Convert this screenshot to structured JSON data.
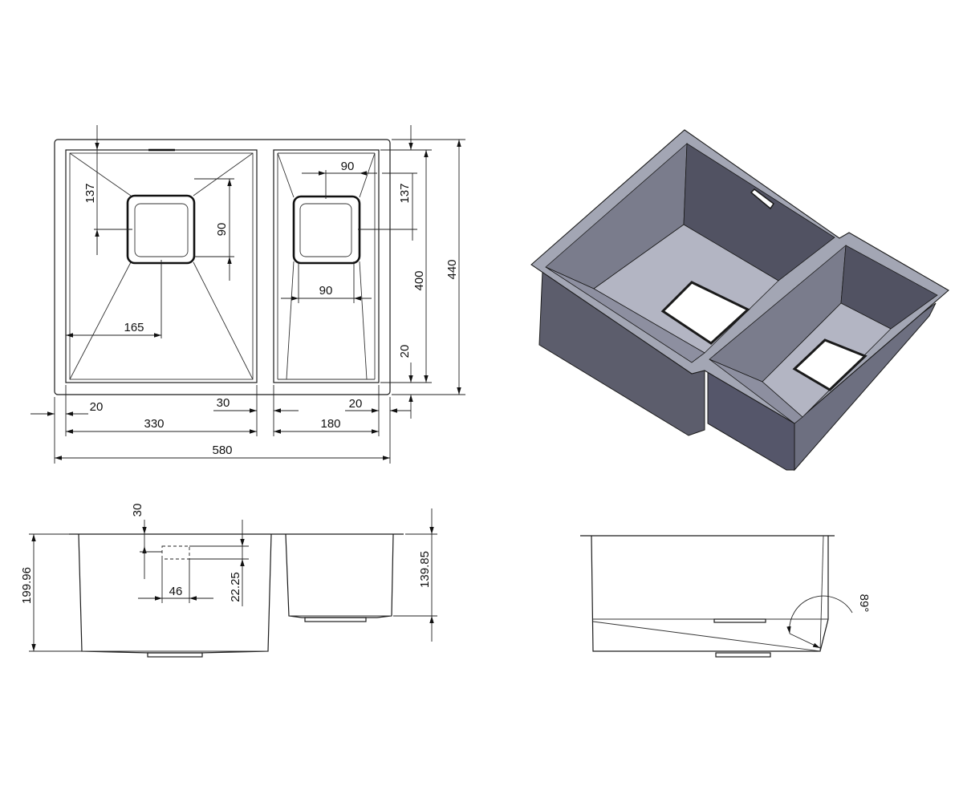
{
  "colors": {
    "line": "#1a1a1a",
    "iso_rim": "#a3a6b4",
    "iso_face_dark": "#5c5d6c",
    "iso_face_mid": "#7a7c8c",
    "iso_floor": "#b3b5c3",
    "iso_wall_light": "#8d8fa0"
  },
  "plan_view": {
    "width_overall": "580",
    "depth_overall": "440",
    "depth_bowl": "400",
    "flange_bottom": "20",
    "flange_left": "20",
    "divider": "30",
    "flange_right": "20",
    "large_bowl_width": "330",
    "small_bowl_width": "180",
    "large_waste_from_top": "137",
    "large_waste_size": "90",
    "large_waste_from_left": "165",
    "small_waste_width": "90",
    "small_waste_depth": "90",
    "small_waste_from_top": "137"
  },
  "front_view": {
    "overflow_from_top": "30",
    "overflow_width": "46",
    "overflow_height": "22.25",
    "large_bowl_depth": "199.96",
    "small_bowl_depth": "139.85"
  },
  "side_view": {
    "wall_angle": "89°"
  }
}
